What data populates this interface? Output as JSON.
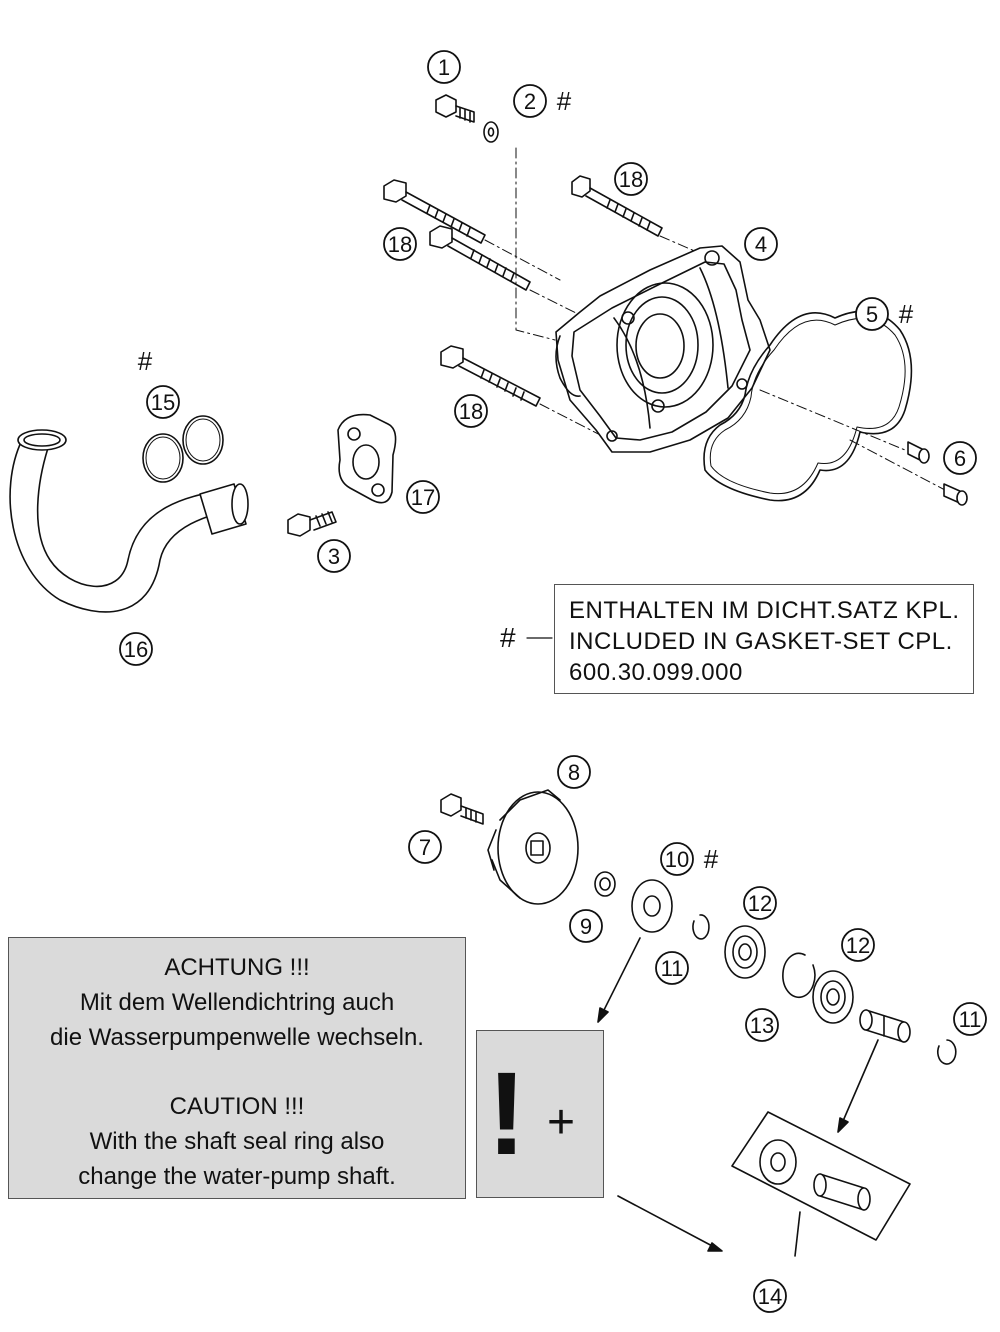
{
  "callouts": [
    {
      "number": "1"
    },
    {
      "number": "2",
      "gasket_set": true
    },
    {
      "number": "3"
    },
    {
      "number": "4"
    },
    {
      "number": "5",
      "gasket_set": true
    },
    {
      "number": "6"
    },
    {
      "number": "7"
    },
    {
      "number": "8"
    },
    {
      "number": "9"
    },
    {
      "number": "10",
      "gasket_set": true
    },
    {
      "number": "11"
    },
    {
      "number": "11"
    },
    {
      "number": "12"
    },
    {
      "number": "12"
    },
    {
      "number": "13"
    },
    {
      "number": "14"
    },
    {
      "number": "15",
      "gasket_set": true
    },
    {
      "number": "16"
    },
    {
      "number": "17"
    },
    {
      "number": "18"
    },
    {
      "number": "18"
    },
    {
      "number": "18"
    }
  ],
  "marker_symbol": "#",
  "gasket_note": {
    "marker": "#",
    "line_de": "ENTHALTEN IM DICHT.SATZ KPL.",
    "line_en": "INCLUDED IN GASKET-SET CPL.",
    "part_number": "600.30.099.000"
  },
  "caution_box": {
    "title_de": "ACHTUNG !!!",
    "text_de_1": "Mit dem Wellendichtring auch",
    "text_de_2": "die Wasserpumpenwelle wechseln.",
    "title_en": "CAUTION !!!",
    "text_en_1": "With the shaft seal ring also",
    "text_en_2": "change the water-pump shaft."
  },
  "exclamation_box": {
    "mark": "!",
    "plus": "+"
  },
  "colors": {
    "line": "#111111",
    "box_fill": "#dadada",
    "part_fill": "#ffffff"
  }
}
